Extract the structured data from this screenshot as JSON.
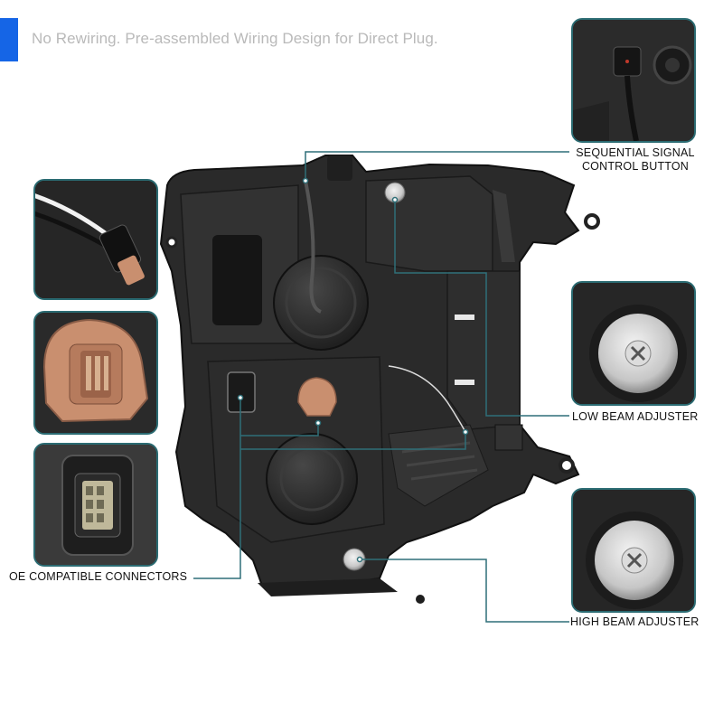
{
  "headline": "No Rewiring. Pre-assembled Wiring Design for Direct Plug.",
  "callouts": {
    "sequential_line1": "SEQUENTIAL SIGNAL",
    "sequential_line2": "CONTROL BUTTON",
    "low_beam": "LOW BEAM ADJUSTER",
    "high_beam": "HIGH BEAM ADJUSTER",
    "connectors": "OE COMPATIBLE CONNECTORS"
  },
  "colors": {
    "accent": "#1565e6",
    "leader_line": "#2f6f78",
    "thumb_border": "#2b6b72",
    "housing": "#2a2a2a",
    "socket_tan": "#c98f6f"
  }
}
